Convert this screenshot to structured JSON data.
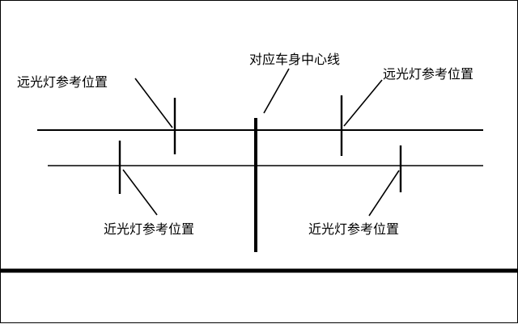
{
  "diagram": {
    "labels": {
      "high_beam_left": "远光灯参考位置",
      "center_line": "对应车身中心线",
      "high_beam_right": "远光灯参考位置",
      "low_beam_left": "近光灯参考位置",
      "low_beam_right": "近光灯参考位置"
    },
    "colors": {
      "line": "#000000",
      "background": "#ffffff"
    }
  }
}
